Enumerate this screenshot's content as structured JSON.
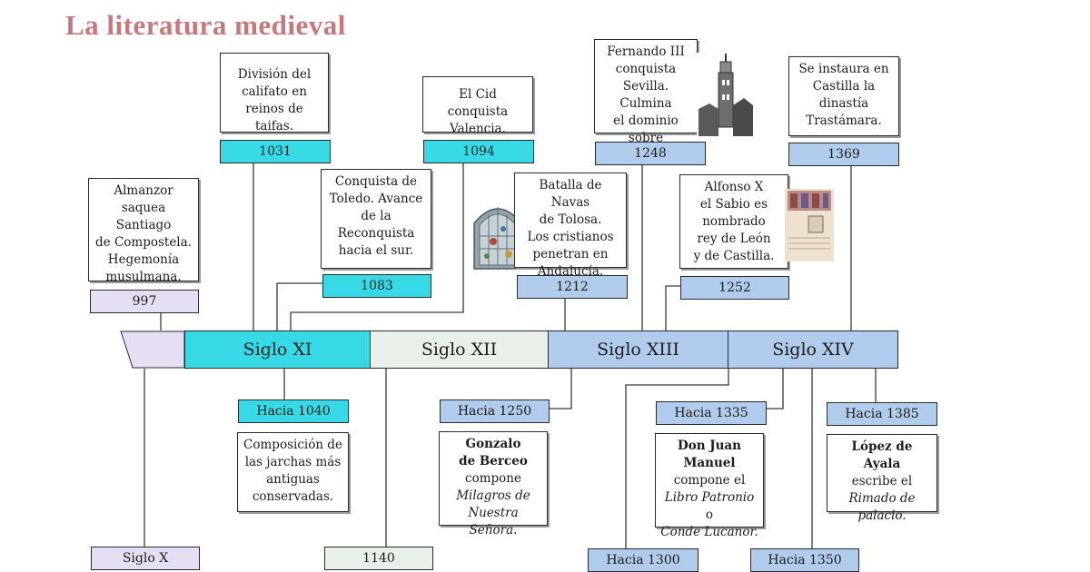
{
  "title": "La literatura medieval",
  "centuries": [
    "Siglo XI",
    "Siglo XII",
    "Siglo XIII",
    "Siglo XIV"
  ],
  "events_above": [
    {
      "year": "997",
      "text": "Almanzor\nsaquea Santiago\nde Compostela.\nHegemonía\nmusulmana."
    },
    {
      "year": "1031",
      "text": "División del\ncalifato en\nreinos de taifas."
    },
    {
      "year": "1083",
      "text": "Conquista de\nToledo. Avance\nde la\nReconquista\nhacia el sur."
    },
    {
      "year": "1094",
      "text": "El Cid conquista\nValencia."
    },
    {
      "year": "1212",
      "text": "Batalla de Navas\nde Tolosa.\nLos cristianos\npenetran en\nAndalucía."
    },
    {
      "year": "1248",
      "text": "Fernando III\nconquista\nSevilla. Culmina\nel dominio sobre\nAndalucía."
    },
    {
      "year": "1252",
      "text": "Alfonso X\nel Sabio es\nnombrado\nrey de León\ny de Castilla."
    },
    {
      "year": "1369",
      "text": "Se instaura en\nCastilla la\ndinastía\nTrastámara."
    }
  ],
  "literature_below": [
    {
      "date": "Hacia 1040",
      "text": "Composición de\nlas jarchas más\nantiguas\nconservadas."
    },
    {
      "date": "Hacia 1250",
      "author": "Gonzalo\nde Berceo",
      "verb": "compone",
      "work": "Milagros de\nNuestra Señora."
    },
    {
      "date": "Hacia 1335",
      "author": "Don Juan\nManuel",
      "verb": "compone el",
      "work": "Libro Patronio",
      "conj": "o",
      "work2": "Conde Lucanor."
    },
    {
      "date": "Hacia 1385",
      "author": "López de Ayala",
      "verb": "escribe el",
      "work": "Rimado de\npalacio."
    }
  ],
  "bottom_markers": [
    "Siglo X",
    "1140",
    "Hacia 1300",
    "Hacia 1350"
  ],
  "colors": {
    "title": "#c6797c",
    "cyan": "#38d9e6",
    "blue": "#b1cbec",
    "lavender": "#e6def2",
    "siglo_xii": "#e9efe9"
  }
}
